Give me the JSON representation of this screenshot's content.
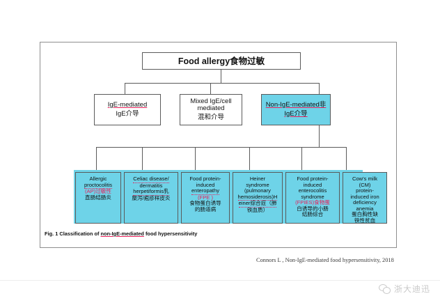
{
  "figure": {
    "root": {
      "label": "Food allergy食物过敏"
    },
    "level2": [
      {
        "id": "ige",
        "en": "IgE-mediated",
        "zh": "IgE介导",
        "highlight": false
      },
      {
        "id": "mixed",
        "en": "Mixed IgE/cell",
        "en2": "mediated",
        "zh": "混和介导",
        "highlight": false
      },
      {
        "id": "nonige",
        "en": "Non-IgE-mediated非",
        "zh": "IgE介导",
        "highlight": true
      }
    ],
    "level3": [
      {
        "id": "ap",
        "lines": [
          "Allergic",
          "proctocolitis",
          "(AP)过敏性",
          "直肠结肠炎"
        ],
        "abbr": "AP"
      },
      {
        "id": "celiac",
        "lines": [
          "Celiac disease/",
          "dermatitis",
          "herpetiformis乳",
          "糜泻/疱疹样皮炎"
        ],
        "abbr": ""
      },
      {
        "id": "fpe",
        "lines": [
          "Food protein-",
          "induced",
          "enteropathy",
          "(FPE )",
          "食物蛋白诱导",
          "的肠道病"
        ],
        "abbr": "FPE"
      },
      {
        "id": "heiner",
        "lines": [
          "Heiner",
          "syndrome",
          "(pulmonary",
          "hemosiderosis)H",
          "einer综合症（肺",
          "铁血质）"
        ],
        "abbr": ""
      },
      {
        "id": "fpies",
        "lines": [
          "Food protein-",
          "induced",
          "enterocolitis",
          "syndrome",
          "(FPIES)食物蛋",
          "白诱导的小肠",
          "结肠综合"
        ],
        "abbr": "FPIES"
      },
      {
        "id": "cm",
        "lines": [
          "Cow's milk",
          "(CM)",
          "protein-",
          "induced iron",
          "deficiency",
          "anemia",
          "蛋白胸性缺",
          "铁性贫血"
        ],
        "abbr": ""
      }
    ],
    "caption_prefix": "Fig. 1 Classification of ",
    "caption_link": "non-IgE-mediated",
    "caption_suffix": " food hypersensitivity"
  },
  "citation": "Connors L , Non-IgE-mediated food hypersensitivity, 2018",
  "branding": {
    "name": "浙大迪迅",
    "icon": "wechat-icon"
  },
  "colors": {
    "cyan": "#6ed3e8",
    "accent_red": "#e8205a",
    "line": "#5a5a5a",
    "frame": "#8e8e8e"
  }
}
